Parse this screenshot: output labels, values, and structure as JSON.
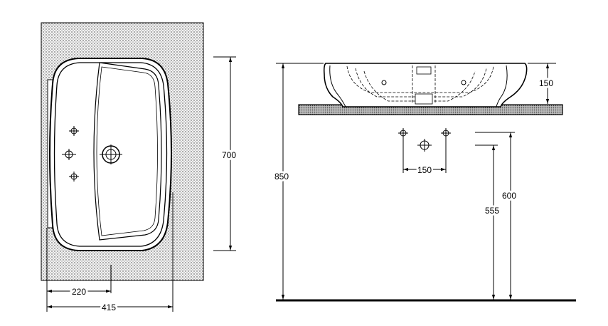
{
  "plan_view": {
    "dim_width_total": "415",
    "dim_tap_offset": "220",
    "dim_depth": "700"
  },
  "side_view": {
    "dim_height_total": "850",
    "dim_basin_height": "150",
    "dim_holes_spacing": "150",
    "dim_drain_height": "555",
    "dim_supply_height": "600"
  }
}
